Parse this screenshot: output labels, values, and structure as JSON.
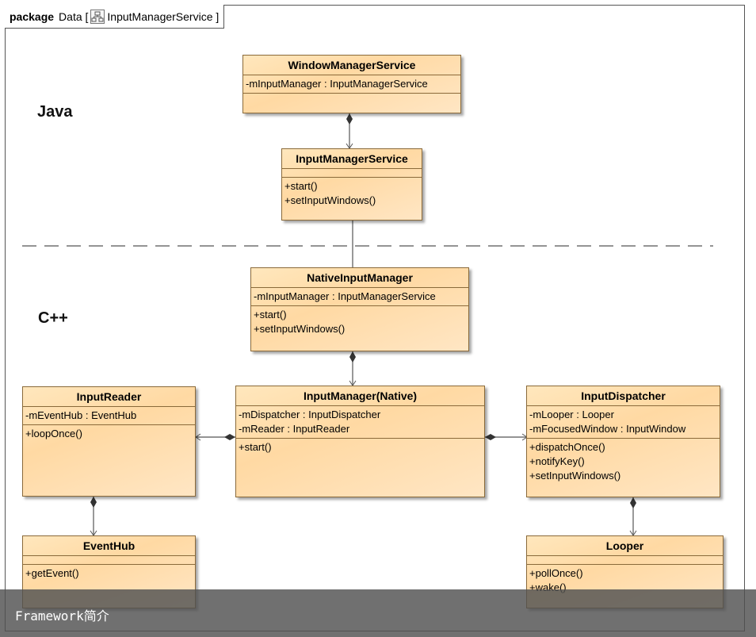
{
  "frame": {
    "keyword": "package",
    "name": "Data [",
    "title": "InputManagerService ]"
  },
  "sections": {
    "java": "Java",
    "cpp": "C++"
  },
  "classes": {
    "window_manager_service": {
      "name": "WindowManagerService",
      "attributes": [
        "-mInputManager : InputManagerService"
      ],
      "operations": []
    },
    "input_manager_service": {
      "name": "InputManagerService",
      "attributes": [],
      "operations": [
        "+start()",
        "+setInputWindows()"
      ]
    },
    "native_input_manager": {
      "name": "NativeInputManager",
      "attributes": [
        "-mInputManager : InputManagerService"
      ],
      "operations": [
        "+start()",
        "+setInputWindows()"
      ]
    },
    "input_reader": {
      "name": "InputReader",
      "attributes": [
        "-mEventHub : EventHub"
      ],
      "operations": [
        "+loopOnce()"
      ]
    },
    "input_manager_native": {
      "name": "InputManager(Native)",
      "attributes": [
        "-mDispatcher : InputDispatcher",
        "-mReader : InputReader"
      ],
      "operations": [
        "+start()"
      ]
    },
    "input_dispatcher": {
      "name": "InputDispatcher",
      "attributes": [
        "-mLooper : Looper",
        "-mFocusedWindow : InputWindow"
      ],
      "operations": [
        "+dispatchOnce()",
        "+notifyKey()",
        "+setInputWindows()"
      ]
    },
    "event_hub": {
      "name": "EventHub",
      "attributes": [],
      "operations": [
        "+getEvent()"
      ]
    },
    "looper": {
      "name": "Looper",
      "attributes": [],
      "operations": [
        "+pollOnce()",
        "+wake()"
      ]
    }
  },
  "caption": "Framework简介"
}
